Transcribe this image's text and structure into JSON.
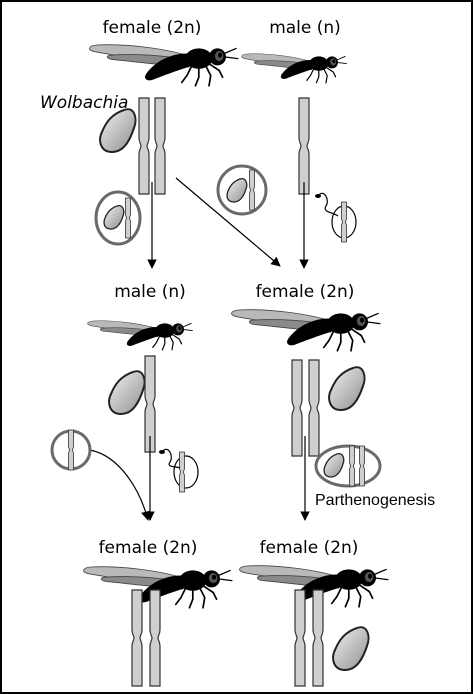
{
  "labels": {
    "top_female": "female (2n)",
    "top_male": "male (n)",
    "wolbachia": "Wolbachia",
    "mid_male": "male (n)",
    "mid_female": "female (2n)",
    "parthenogenesis": "Parthenogenesis",
    "bottom_left_female": "female (2n)",
    "bottom_right_female": "female (2n)"
  },
  "colors": {
    "chromosome": "#cfcfcf",
    "bacterium_light": "#eeeeee",
    "bacterium_dark": "#9a9a9a",
    "fly": "#000000",
    "wing": "#b9b9b9",
    "circle_border": "#6a6a6a",
    "frame": "#000000"
  }
}
